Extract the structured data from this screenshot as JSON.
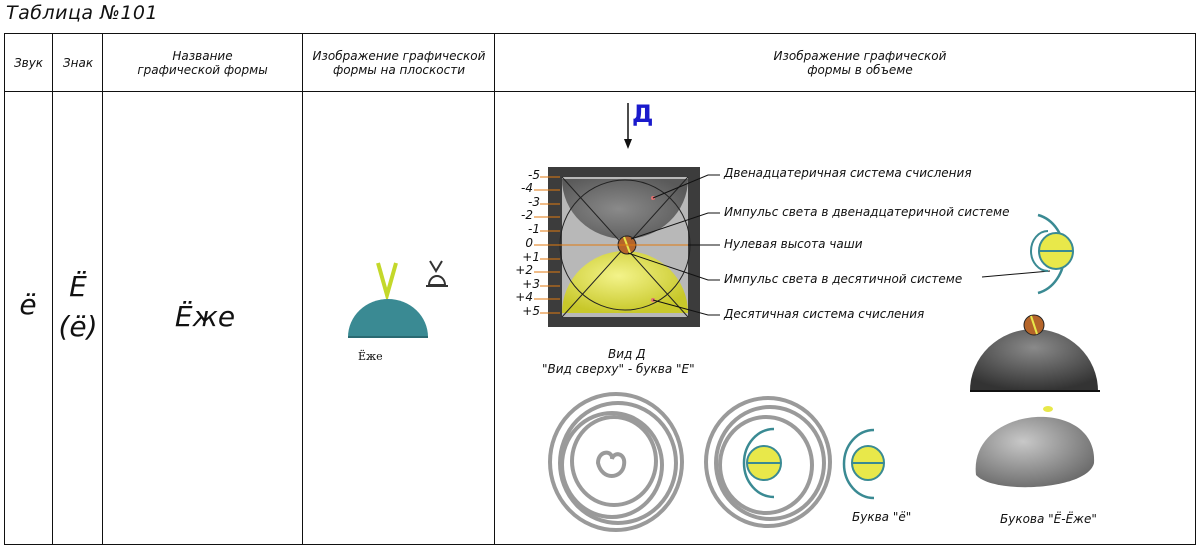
{
  "table_title": "Таблица №101",
  "headers": {
    "sound": "Звук",
    "sign": "Знак",
    "name": "Название графической формы",
    "flat": "Изображение графической формы на плоскости",
    "volume": "Изображение графической формы в объеме"
  },
  "row": {
    "sound": "ё",
    "sign_upper": "Ё",
    "sign_lower": "(ё)",
    "name": "Ёже",
    "flat_caption": "Ёже"
  },
  "diagram": {
    "arrow_label": "Д",
    "scale": [
      "-5",
      "-4",
      "-3",
      "-2",
      "-1",
      "0",
      "+1",
      "+2",
      "+3",
      "+4",
      "+5"
    ],
    "callouts": [
      "Двенадцатеричная система счисления",
      "Импульс света в двенадцатеричной системе",
      "Нулевая высота чаши",
      "Импульс света в десятичной системе",
      "Десятичная система счисления"
    ],
    "view_caption_1": "Вид Д",
    "view_caption_2": "\"Вид сверху\" - буква \"Е\"",
    "letter_caption": "Буква \"ё\"",
    "letter_caption_2": "Букова \"Ё-Ёже\"",
    "colors": {
      "teal": "#3a8a93",
      "yellow": "#e8e84a",
      "dark": "#4a4a4a",
      "orange": "#e07a10",
      "grey": "#9a9a9a"
    }
  }
}
